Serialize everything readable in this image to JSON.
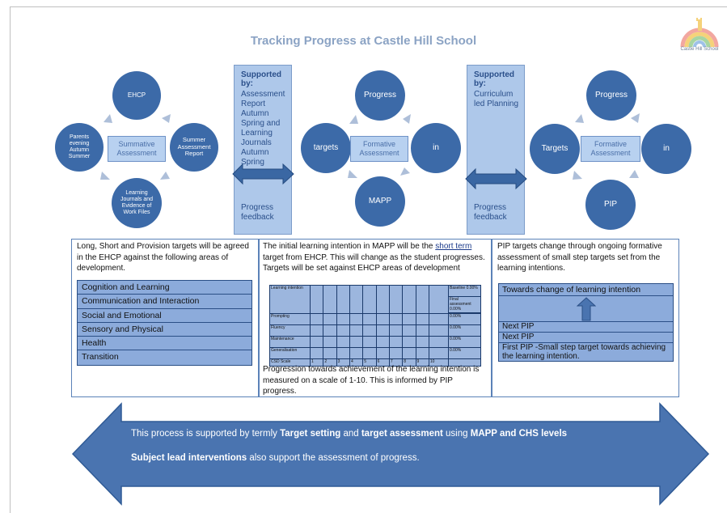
{
  "title": "Tracking Progress at Castle Hill School",
  "logo": {
    "text": "Castle Hill School"
  },
  "left_cycle": {
    "center_label": "Summative Assessment",
    "nodes": [
      "EHCP",
      "Summer Assessment Report",
      "Learning Journals and Evidence of Work Files",
      "Parents evening Autumn Summer"
    ]
  },
  "middle_cycle": {
    "center_label": "Formative Assessment",
    "nodes": [
      "Progress",
      "in",
      "MAPP",
      "targets"
    ]
  },
  "right_cycle": {
    "center_label": "Formative Assessment",
    "nodes": [
      "Progress",
      "in",
      "PIP",
      "Targets"
    ]
  },
  "support_left": {
    "heading": "Supported by:",
    "body": "Assessment Report Autumn Spring and Learning Journals Autumn Spring",
    "footer": "Progress feedback"
  },
  "support_right": {
    "heading": "Supported by:",
    "body": "Curriculum led Planning",
    "footer": "Progress feedback"
  },
  "col1": {
    "intro": "Long, Short and Provision targets will be agreed in the EHCP against the following areas of development.",
    "areas": [
      "Cognition and Learning",
      "Communication and Interaction",
      "Social and Emotional",
      "Sensory and Physical",
      "Health",
      "Transition"
    ]
  },
  "col2": {
    "intro_before": "The initial learning intention in MAPP will be the ",
    "intro_link": "short term",
    "intro_after": " target from EHCP.  This will change as the student progresses. Targets will be set against EHCP areas of development",
    "table": {
      "row_labels": [
        "Learning intention",
        "Prompting",
        "Fluency",
        "Maintenance",
        "Generalisation",
        "CSD Scale"
      ],
      "baseline": "Baseline 0.00%",
      "final": "Final assessment 0.00%",
      "pct": "0.00%",
      "scale": [
        "1",
        "2",
        "3",
        "4",
        "5",
        "6",
        "7",
        "8",
        "9",
        "10"
      ]
    },
    "outro": "Progression towards achievement of the learning intention is measured on a scale of 1-10. This is informed by PIP progress."
  },
  "col3": {
    "intro": "PIP targets change through ongoing formative assessment of small step targets set from the learning intentions.",
    "top": "Towards change of learning intention",
    "rows": [
      "Next PIP",
      "Next PIP",
      "First PIP -Small step target towards achieving the learning intention."
    ]
  },
  "bottom": {
    "line1_parts": [
      "This process is supported by termly ",
      "Target setting",
      " and ",
      "target assessment",
      " using ",
      "MAPP and CHS levels"
    ],
    "line2_parts": [
      "Subject lead interventions",
      " also support the assessment of progress."
    ]
  },
  "colors": {
    "circle": "#3c6aa8",
    "box": "#b8d1f0",
    "title": "#8ba3c4",
    "arrow": "#4a74b0"
  }
}
